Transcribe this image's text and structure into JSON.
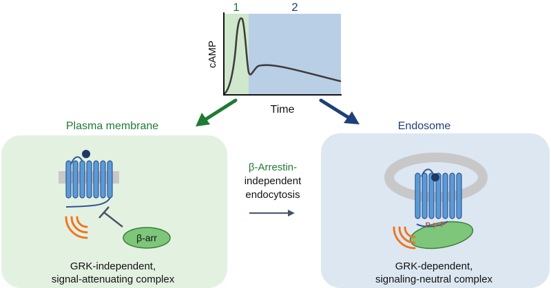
{
  "graph": {
    "phase1_label": "1",
    "phase2_label": "2",
    "y_axis_label": "cAMP",
    "x_axis_label": "Time"
  },
  "left_panel": {
    "title": "Plasma membrane",
    "arrestin_label": "β-arr",
    "caption_line1": "GRK-independent,",
    "caption_line2": "signal-attenuating complex"
  },
  "middle": {
    "line1": "β-Arrestin-",
    "line2": "independent",
    "line3": "endocytosis"
  },
  "right_panel": {
    "title": "Endosome",
    "phospho_labels": [
      "P",
      "P",
      "P"
    ],
    "caption_line1": "GRK-dependent,",
    "caption_line2": "signaling-neutral complex"
  },
  "colors": {
    "green_dark": "#1e7a34",
    "navy": "#1f3f7a",
    "phase1_bg": "#cfe8cc",
    "phase2_bg": "#b9cfe6",
    "left_panel_bg": "#e3f1e1",
    "right_panel_bg": "#dce7f2",
    "receptor_blue": "#5b9bd5",
    "arrestin_green": "#7dc67a",
    "signal_orange": "#ee7623",
    "membrane_gray": "#c8c8c8",
    "phospho_red": "#c0504d"
  }
}
